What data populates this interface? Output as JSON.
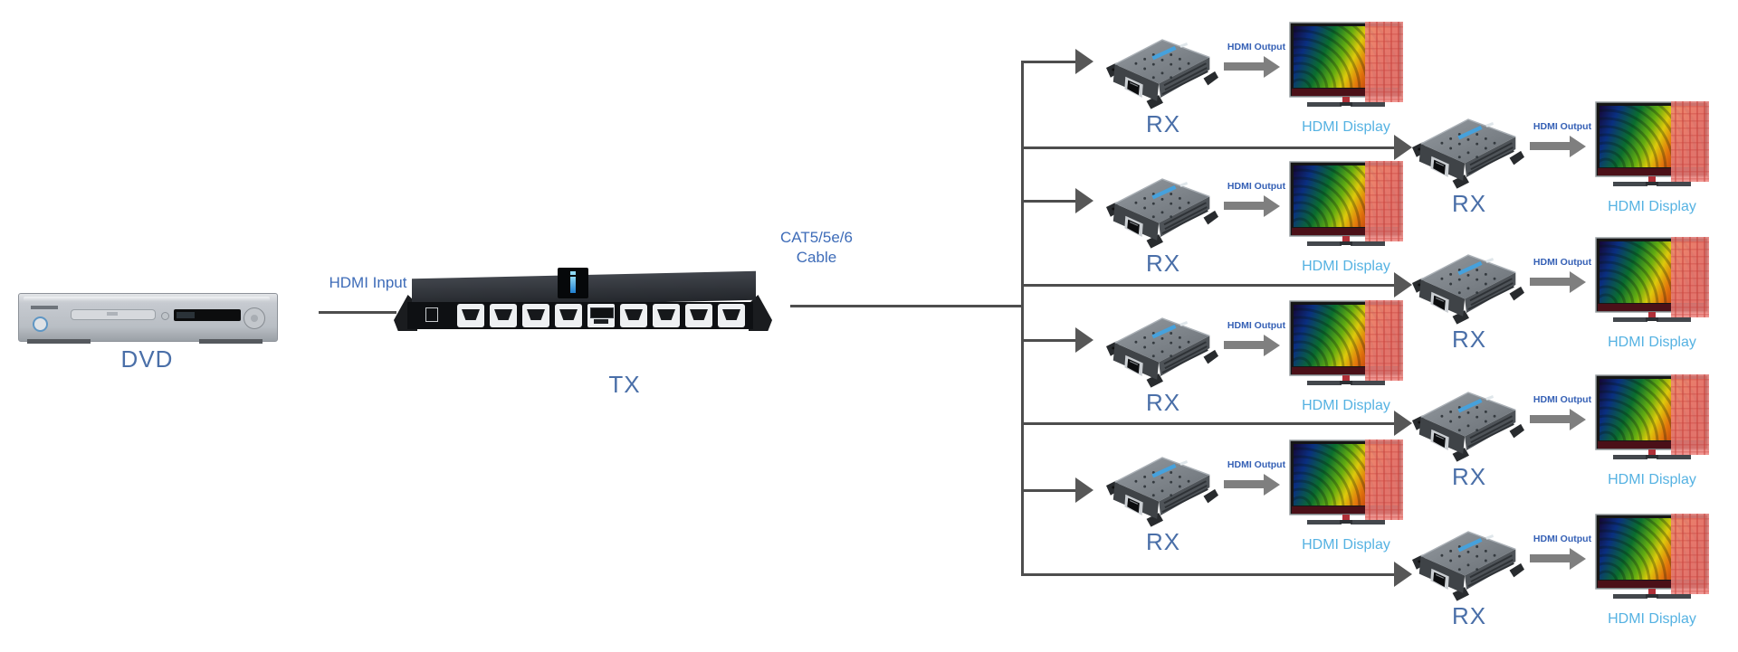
{
  "source_device": {
    "label": "DVD"
  },
  "hdmi_input_label": "HDMI Input",
  "tx": {
    "label": "TX"
  },
  "cable": {
    "line1": "CAT5/5e/6",
    "line2": "Cable"
  },
  "receivers": [
    {
      "rx_label": "RX",
      "hdmi_output_label": "HDMI Output",
      "display_label": "HDMI Display"
    },
    {
      "rx_label": "RX",
      "hdmi_output_label": "HDMI Output",
      "display_label": "HDMI Display"
    },
    {
      "rx_label": "RX",
      "hdmi_output_label": "HDMI Output",
      "display_label": "HDMI Display"
    },
    {
      "rx_label": "RX",
      "hdmi_output_label": "HDMI Output",
      "display_label": "HDMI Display"
    },
    {
      "rx_label": "RX",
      "hdmi_output_label": "HDMI Output",
      "display_label": "HDMI Display"
    },
    {
      "rx_label": "RX",
      "hdmi_output_label": "HDMI Output",
      "display_label": "HDMI Display"
    },
    {
      "rx_label": "RX",
      "hdmi_output_label": "HDMI Output",
      "display_label": "HDMI Display"
    },
    {
      "rx_label": "RX",
      "hdmi_output_label": "HDMI Output",
      "display_label": "HDMI Display"
    }
  ],
  "colors": {
    "label_light_blue": "#55b2e2",
    "label_blue": "#3e6cb8",
    "device_label_blue": "#4a6fa8",
    "line_gray": "#4d4d4d",
    "arrow_gray": "#7f7f7f",
    "logo_accent_blue": "#2e9fe6",
    "display_overlay_red": "#ec837c"
  }
}
